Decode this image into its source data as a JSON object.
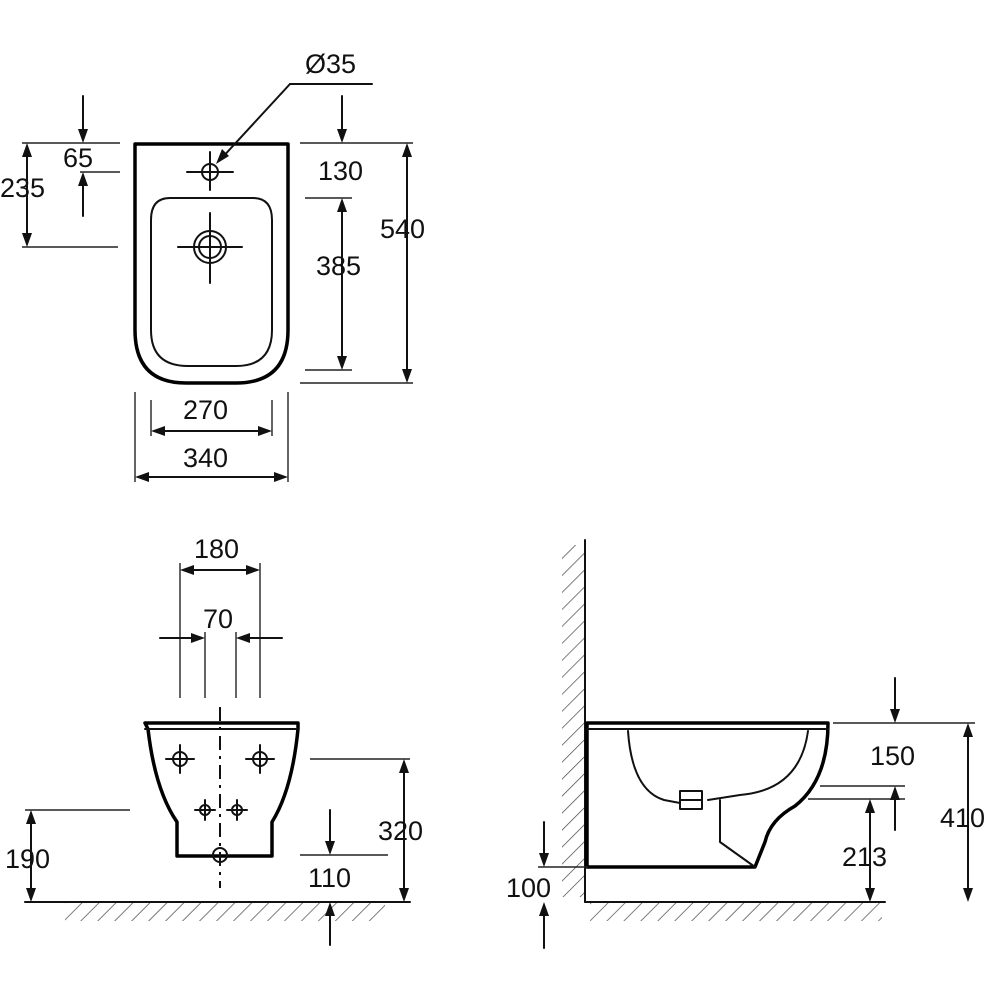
{
  "top_view": {
    "hole_diameter": "Ø35",
    "hole_from_edge": "65",
    "drain_from_edge": "235",
    "rim_front": "130",
    "bowl_length": "385",
    "total_length": "540",
    "bowl_width": "270",
    "total_width": "340"
  },
  "front_view": {
    "bolt_spacing_outer": "180",
    "bolt_spacing_inner": "70",
    "bolt_height": "320",
    "supply_height": "190",
    "drain_height": "110"
  },
  "side_view": {
    "rim_to_outlet": "150",
    "rim_height": "410",
    "outlet_height": "213",
    "base_height": "100"
  }
}
